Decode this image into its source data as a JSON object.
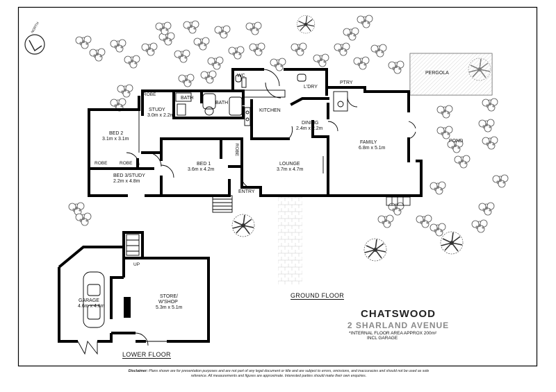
{
  "title": {
    "suburb": "CHATSWOOD",
    "address": "2 SHARLAND AVENUE",
    "area_note": "*INTERNAL FLOOR AREA APPROX 200m²",
    "garage_note": "INCL GARAGE"
  },
  "compass": {
    "label": "NORTH"
  },
  "floors": {
    "ground": "GROUND FLOOR",
    "lower": "LOWER FLOOR"
  },
  "rooms": {
    "pergola": "PERGOLA",
    "pond": "POND",
    "wc": "WC",
    "lory": "L'DRY",
    "ptry": "PTRY",
    "robe_top": "ROBE",
    "study": "STUDY",
    "study_dim": "3.0m x 2.2m",
    "bath1": "BATH",
    "bath2": "BATH",
    "kitchen": "KITCHEN",
    "dining": "DINING",
    "dining_dim": "2.4m x 2.2m",
    "family": "FAMILY",
    "family_dim": "6.8m x 5.1m",
    "bed2": "BED 2",
    "bed2_dim": "3.1m x 3.1m",
    "robe_left": "ROBE",
    "robe_mid": "ROBE",
    "robe_bed1": "ROBE",
    "bed3": "BED 3/STUDY",
    "bed3_dim": "2.2m x 4.8m",
    "bed1": "BED 1",
    "bed1_dim": "3.6m x 4.2m",
    "lounge": "LOUNGE",
    "lounge_dim": "3.7m x 4.7m",
    "entry": "ENTRY",
    "up": "UP",
    "garage": "GARAGE",
    "garage_dim": "4.6m x 4.6m",
    "store": "STORE/",
    "store2": "W'SHOP",
    "store_dim": "5.3m x 5.1m"
  },
  "disclaimer": {
    "label": "Disclaimer:",
    "line1": "Plans shown are for presentation purposes and are not part of any legal document or title and are subject to errors, omissions, and inaccuracies and should not be used as sole",
    "line2": "reference. All measurements and figures are approximate. Interested parties should make their own enquiries."
  }
}
